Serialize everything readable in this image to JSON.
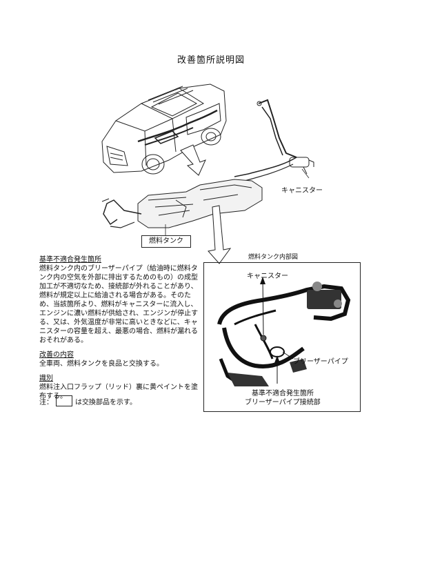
{
  "title": "改善箇所説明図",
  "labels": {
    "canister_top": "キャニスター",
    "fuel_tank": "燃料タンク",
    "inner_caption": "燃料タンク内部図",
    "canister_inner": "キャニスター",
    "breather_pipe": "ブリーザーパイプ",
    "defect_line1": "基準不適合発生箇所",
    "defect_line2": "ブリーザーパイプ接続部"
  },
  "sections": {
    "defect": {
      "heading": "基準不適合発生箇所",
      "body": "燃料タンク内のブリーザーパイプ（給油時に燃料タンク内の空気を外部に排出するためのもの）の成型加工が不適切なため、接続部が外れることがあり、燃料が規定以上に給油される場合がある。そのため、当該箇所より、燃料がキャニスターに流入し、エンジンに濃い燃料が供給され、エンジンが停止する、又は、外気温度が非常に高いときなどに、キャニスターの容量を超え、最悪の場合、燃料が漏れるおそれがある。"
    },
    "remedy": {
      "heading": "改善の内容",
      "body": "全車両、燃料タンクを良品と交換する。"
    },
    "identification": {
      "heading": "識別",
      "body": "燃料注入口フラップ（リッド）裏に黄ペイントを塗布する。"
    }
  },
  "note": {
    "prefix": "注：",
    "suffix": "は交換部品を示す。"
  }
}
